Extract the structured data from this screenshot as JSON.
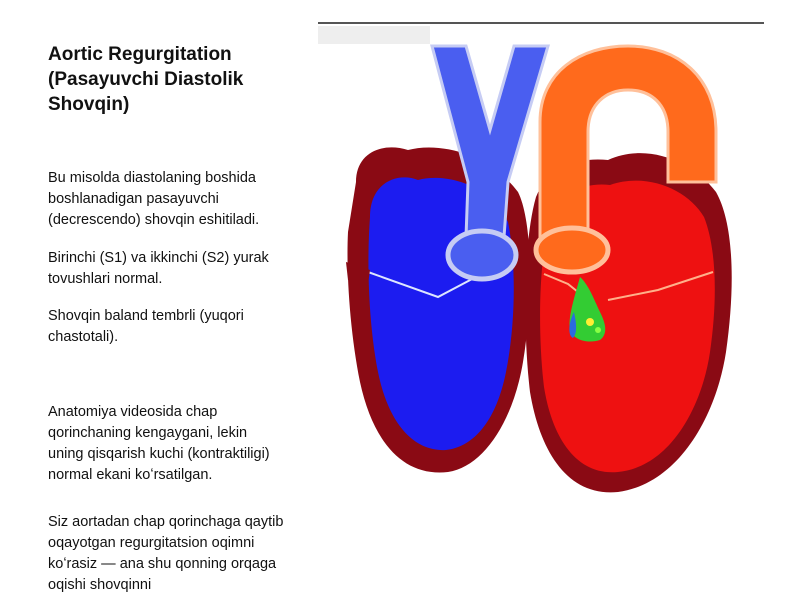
{
  "slide": {
    "title": "Aortic Regurgitation\n(Pasayuvchi Diastolik\nShovqin)",
    "paragraphs": [
      "Bu misolda diastolaning boshida boshlanadigan pasayuvchi (decrescendo) shovqin eshitiladi.",
      "Birinchi (S1) va ikkinchi (S2) yurak tovushlari normal.",
      "Shovqin baland tembrli (yuqori chastotali).",
      "Anatomiya videosida chap qorinchaning kengaygani, lekin uning qisqarish kuchi (kontraktiligi) normal ekani koʻrsatilgan.",
      "Siz aortadan chap qorinchaga qaytib oqayotgan regurgitatsion oqimni koʻrasiz — ana shu qonning orqaga oqishi shovqinni"
    ]
  },
  "colors": {
    "right_heart": "#1c1cf0",
    "left_heart": "#ee1111",
    "myocardium": "#8a0a14",
    "pulmonary_artery": "#4a5ef0",
    "aorta": "#ff6a1c",
    "regurgitant_jet": "#33cc33"
  }
}
